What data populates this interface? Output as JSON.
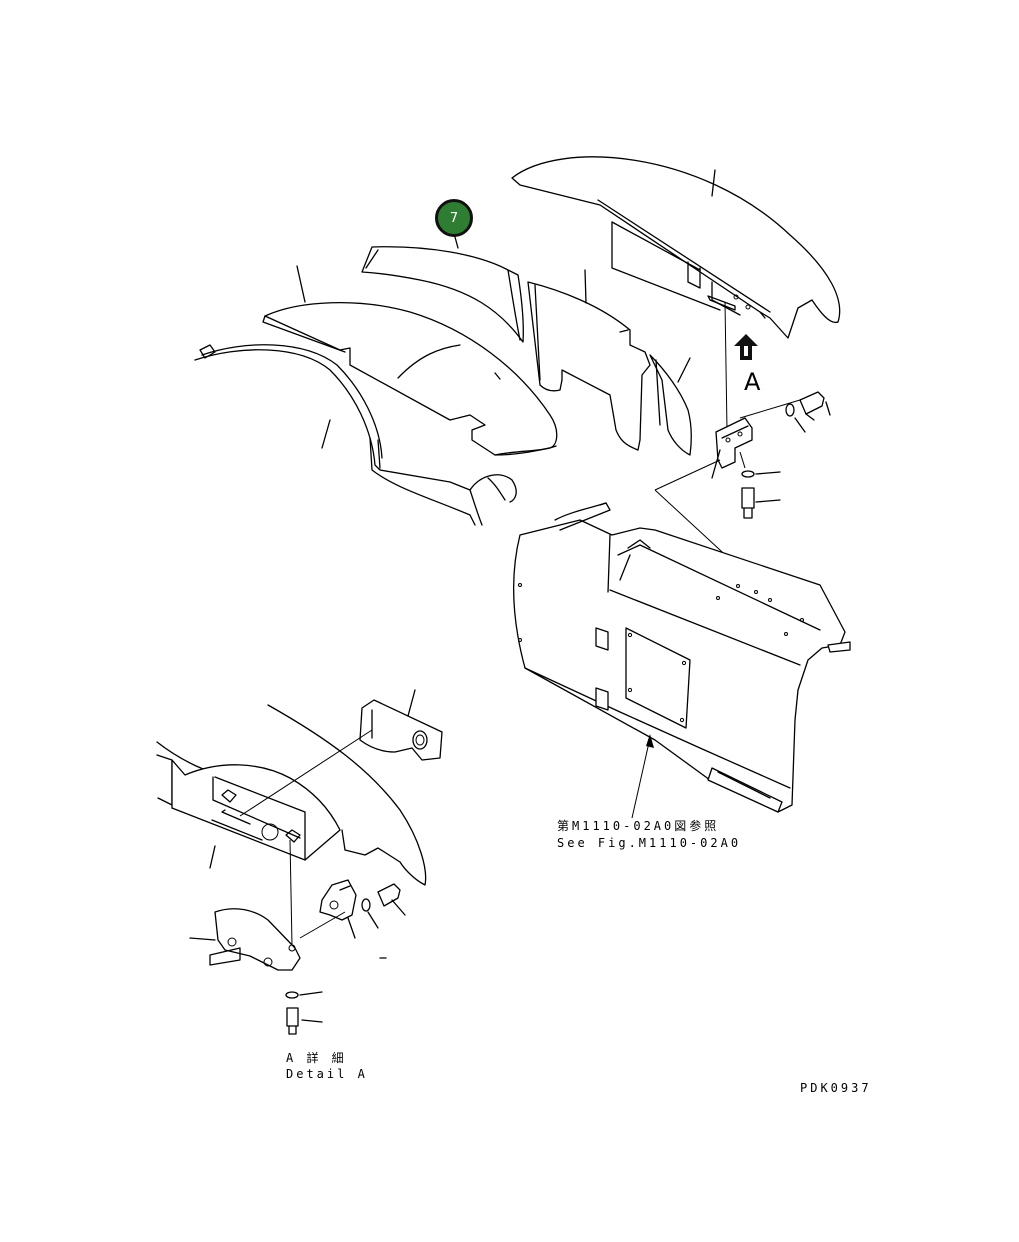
{
  "callout": {
    "number": "7",
    "color": "#2e7d32"
  },
  "labels": {
    "view_arrow_letter": "A",
    "ref_japanese": "第M1110-02A0図参照",
    "ref_english": "See Fig.M1110-02A0",
    "detail_japanese": "A 詳 細",
    "detail_english": "Detail A",
    "drawing_code": "PDK0937"
  },
  "icons": [
    "view-direction-arrow-icon",
    "reference-arrow-icon"
  ]
}
